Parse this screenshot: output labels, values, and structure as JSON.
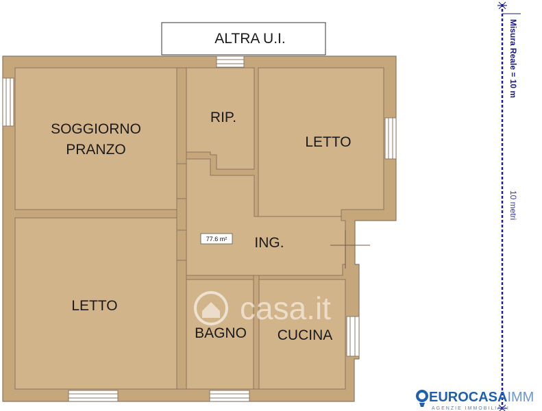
{
  "plan": {
    "adjacent_unit": "ALTRA  U.I.",
    "rooms": {
      "soggiorno_line1": "SOGGIORNO",
      "soggiorno_line2": "PRANZO",
      "rip": "RIP.",
      "letto_top": "LETTO",
      "ingresso": "ING.",
      "letto_bottom": "LETTO",
      "bagno": "BAGNO",
      "cucina": "CUCINA"
    },
    "area_badge": "77.6 m²",
    "colors": {
      "floor": "#d2b48a",
      "wall": "#c6a77b",
      "outline": "#8a7560"
    }
  },
  "scale_bar": {
    "measure_label": "Misura Reale = 10 m",
    "length_label": "10 metri",
    "color": "#1a1a8c"
  },
  "watermark": {
    "text": "casa.it",
    "icon": "house-icon"
  },
  "brand": {
    "name_part1": "EUROCASA",
    "name_part2": "IMM",
    "tagline": "AGENZIE IMMOBILIARI",
    "icon": "eurocasa-logo-icon",
    "color": "#1f5fb0"
  }
}
